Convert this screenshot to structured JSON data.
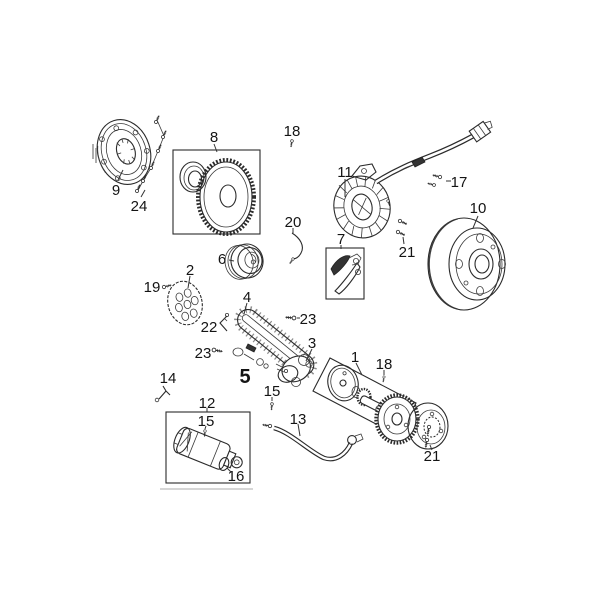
{
  "diagram": {
    "figure_type": "exploded engine parts diagram (line art)",
    "background_color": "#ffffff",
    "line_color": "#2b2b2b",
    "label_color": "#141414",
    "parts_index": [
      "1",
      "2",
      "3",
      "4",
      "5",
      "6",
      "7",
      "8",
      "9",
      "10",
      "11",
      "12",
      "13",
      "14",
      "15",
      "16",
      "17",
      "18",
      "19",
      "20",
      "21",
      "22",
      "23",
      "24"
    ],
    "boxed_parts": [
      "8",
      "7",
      "12",
      "1"
    ],
    "callouts": [
      {
        "label": "8"
      },
      {
        "label": "18"
      },
      {
        "label": "9"
      },
      {
        "label": "24"
      },
      {
        "label": "11"
      },
      {
        "label": "17"
      },
      {
        "label": "10"
      },
      {
        "label": "21"
      },
      {
        "label": "7"
      },
      {
        "label": "20"
      },
      {
        "label": "6"
      },
      {
        "label": "2"
      },
      {
        "label": "19"
      },
      {
        "label": "22"
      },
      {
        "label": "23"
      },
      {
        "label": "23"
      },
      {
        "label": "4"
      },
      {
        "label": "3"
      },
      {
        "label": "1"
      },
      {
        "label": "18"
      },
      {
        "label": "5"
      },
      {
        "label": "14"
      },
      {
        "label": "15"
      },
      {
        "label": "12"
      },
      {
        "label": "15"
      },
      {
        "label": "13"
      },
      {
        "label": "16"
      },
      {
        "label": "21"
      }
    ]
  }
}
